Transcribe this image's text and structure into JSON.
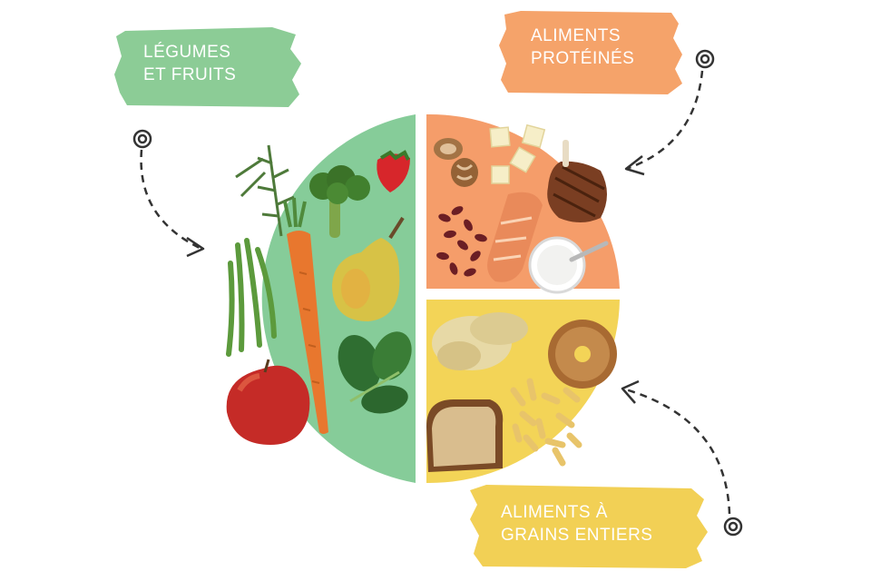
{
  "labels": {
    "vegetables": {
      "line1": "LÉGUMES",
      "line2": "ET FRUITS",
      "color": "#8ccc96"
    },
    "proteins": {
      "line1": "ALIMENTS",
      "line2": "PROTÉINÉS",
      "color": "#f5a36a"
    },
    "grains": {
      "line1": "ALIMENTS À",
      "line2": "GRAINS ENTIERS",
      "color": "#f2d055"
    }
  },
  "plate": {
    "vegetables_color": "#86cc99",
    "proteins_color": "#f59d6a",
    "grains_color": "#f3d457"
  },
  "foods": {
    "vegetables": [
      "rosemary-icon",
      "broccoli-icon",
      "strawberry-icon",
      "green-beans-icon",
      "carrot-icon",
      "pear-icon",
      "spinach-icon",
      "apple-icon"
    ],
    "proteins": [
      "walnuts-icon",
      "cheese-cubes-icon",
      "kidney-beans-icon",
      "salmon-icon",
      "steak-icon",
      "yogurt-icon"
    ],
    "grains": [
      "rice-icon",
      "bagel-icon",
      "bread-icon",
      "pasta-icon"
    ]
  }
}
